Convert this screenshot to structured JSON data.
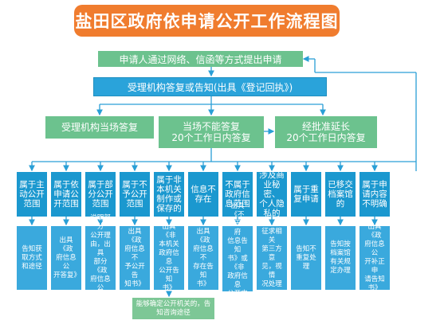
{
  "title": "盐田区政府依申请公开工作流程图",
  "step1": "申请人通过网络、信函等方式提出申请",
  "step2": "受理机构答复或告知(出具《登记回执》)",
  "branches": {
    "left": "受理机构当场答复",
    "mid": "当场不能答复\n20个工作日内答复",
    "right": "经批准延长\n20个工作日内答复"
  },
  "columns": [
    {
      "top": "属于主\n动公开\n范围",
      "bottom": "告知获\n取方式\n和途径"
    },
    {
      "top": "属于依\n申请公\n开范围",
      "bottom": "出具《政\n府信息公\n开答复》"
    },
    {
      "top": "属于部\n分公开\n范围",
      "bottom": "说明部分\n公开理\n由，出具\n部分《政\n府信息公\n开答复》"
    },
    {
      "top": "属于不\n予公开\n范围",
      "bottom": "出具《政\n府信息不\n予公开告\n知书》"
    },
    {
      "top": "属于非\n本机关\n制作或\n保存的",
      "bottom": "出具《非\n本机关\n政府信息\n公开告知\n书》"
    },
    {
      "top": "信息不\n存在",
      "bottom": "出具《政\n府信息不\n存在告知\n书》"
    },
    {
      "top": "不属于\n政府信\n息范围",
      "bottom": "出具《不\n属于政府\n信息告知\n书》或《非\n政府信息\n公开申请\n告知书》"
    },
    {
      "top": "涉及商\n业秘密、\n个人隐\n私的",
      "bottom": "征求相关\n第三方意\n见，视情\n况处理"
    },
    {
      "top": "属于重\n复申请",
      "bottom": "告知不\n重复处\n理"
    },
    {
      "top": "已移交\n档案馆\n的",
      "bottom": "告知按\n档案馆\n有关规\n定办理"
    },
    {
      "top": "属于申\n请内容\n不明确",
      "bottom": "出具《政\n府信息公\n开补正申\n请告知书》"
    }
  ],
  "note": "能够确定公开机关的，告知咨询途径",
  "colors": {
    "title_bg": "#f07c2e",
    "green": "#6cc28e",
    "blue": "#1b98cf",
    "line": "#2a9fd6"
  }
}
